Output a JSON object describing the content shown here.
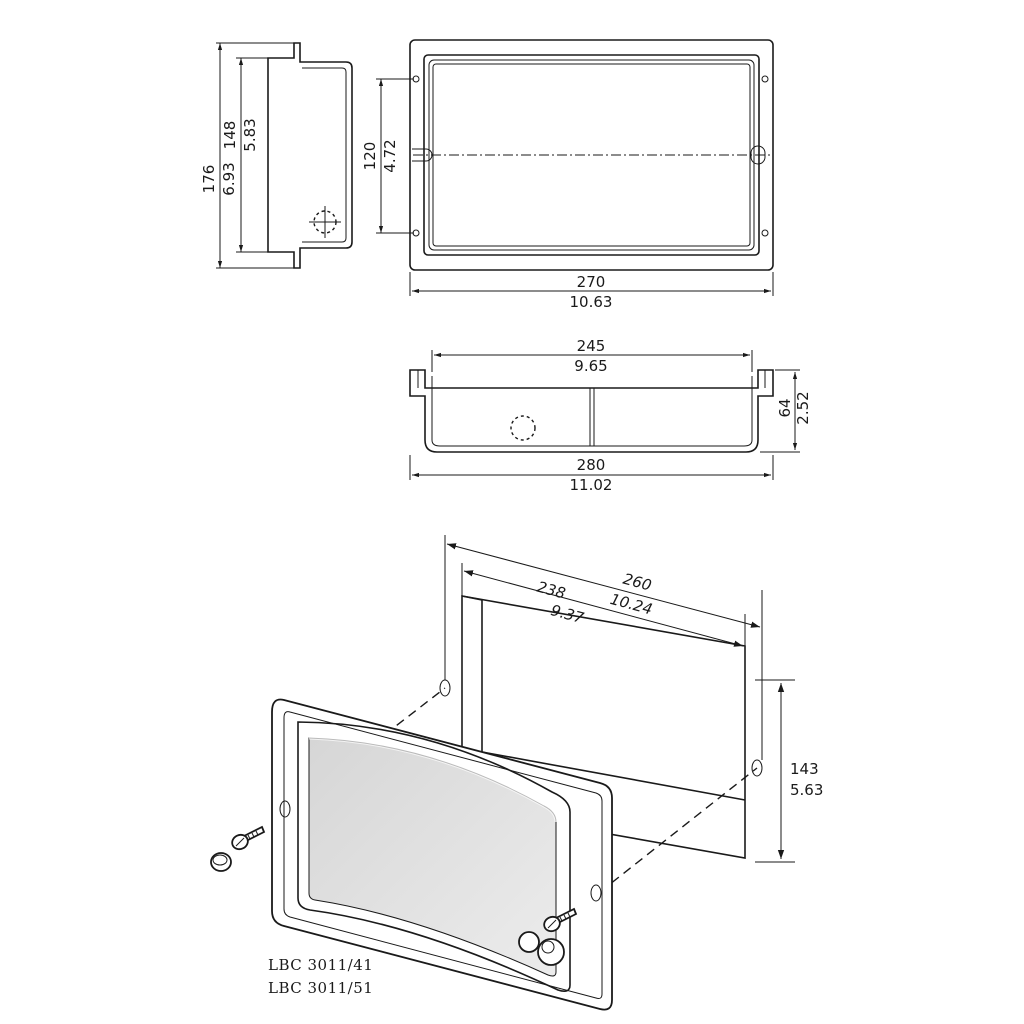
{
  "side_view": {
    "dim_outer_mm": "176",
    "dim_outer_in": "6.93",
    "dim_inner_mm": "148",
    "dim_inner_in": "5.83"
  },
  "front_view": {
    "dim_hole_mm": "120",
    "dim_hole_in": "4.72",
    "dim_width_mm": "270",
    "dim_width_in": "10.63"
  },
  "bottom_view": {
    "dim_inner_mm": "245",
    "dim_inner_in": "9.65",
    "dim_outer_mm": "280",
    "dim_outer_in": "11.02",
    "dim_depth_mm": "64",
    "dim_depth_in": "2.52"
  },
  "assembly_view": {
    "dim_outer_mm": "260",
    "dim_outer_in": "10.24",
    "dim_inner_mm": "238",
    "dim_inner_in": "9.37",
    "dim_height_mm": "143",
    "dim_height_in": "5.63"
  },
  "model_numbers": [
    "LBC 3011/41",
    "LBC 3011/51"
  ]
}
